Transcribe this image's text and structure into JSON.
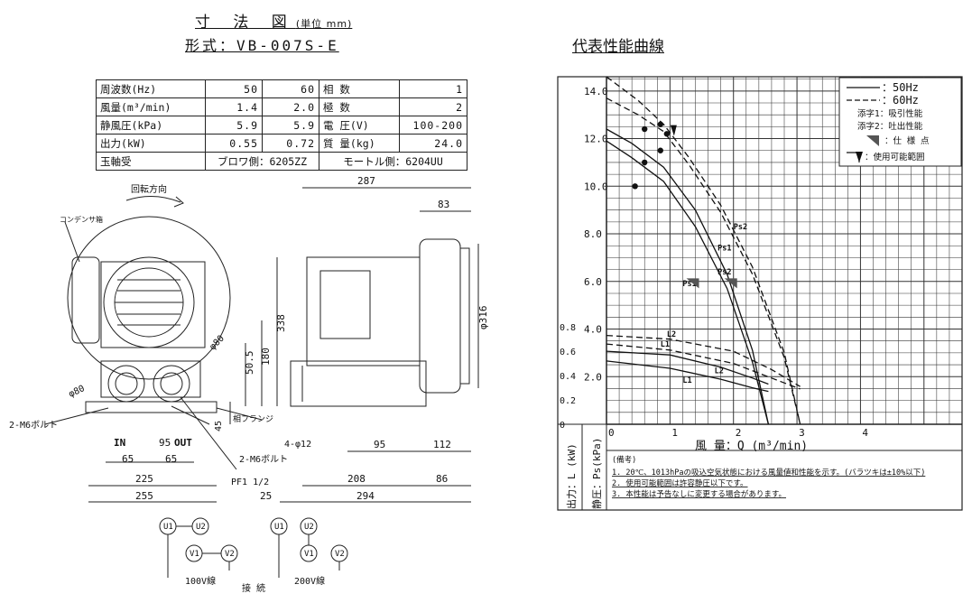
{
  "dimension": {
    "title": "寸 法 図",
    "unit": "(単位 mm)",
    "model": "形式：VB-007S-E"
  },
  "spec_table": {
    "rows": [
      {
        "label": "周波数(Hz)",
        "v50": "50",
        "v60": "60",
        "label2": "相 数",
        "val2": "1"
      },
      {
        "label": "風量(m³/min)",
        "v50": "1.4",
        "v60": "2.0",
        "label2": "極 数",
        "val2": "2"
      },
      {
        "label": "静風圧(kPa)",
        "v50": "5.9",
        "v60": "5.9",
        "label2": "電 圧(V)",
        "val2": "100-200"
      },
      {
        "label": "出力(kW)",
        "v50": "0.55",
        "v60": "0.72",
        "label2": "質 量(kg)",
        "val2": "24.0"
      }
    ],
    "bearing_label": "玉軸受",
    "bearing_blower": "ブロワ側：6205ZZ",
    "bearing_motor": "モートル側：6204UU"
  },
  "drawing": {
    "rotation": "回転方向",
    "condenser": "コンデンサ箱",
    "bolt_left": "2-M6ボルト",
    "bolt_right": "2-M6ボルト",
    "in": "IN",
    "out": "OUT",
    "flange": "相フランジ",
    "pf": "PF1 1/2",
    "hole": "4-φ12",
    "phi80a": "φ80",
    "phi80b": "φ80",
    "phi316": "φ316",
    "dims": {
      "d287": "287",
      "d83": "83",
      "d338": "338",
      "d180": "180",
      "d505": "50.5",
      "d45": "45",
      "d95a": "95",
      "d65a": "65",
      "d65b": "65",
      "d225": "225",
      "d255": "255",
      "d95b": "95",
      "d112": "112",
      "d208": "208",
      "d86": "86",
      "d25": "25",
      "d294": "294"
    },
    "wiring": {
      "u1": "U1",
      "u2": "U2",
      "v1": "V1",
      "v2": "V2",
      "v100": "100V線",
      "v200": "200V線",
      "connect": "接 続"
    }
  },
  "performance": {
    "title": "代表性能曲線",
    "legend": {
      "l50": "：50Hz",
      "l60": "：60Hz",
      "suffix1": "添字1：吸引性能",
      "suffix2": "添字2：吐出性能",
      "spec_point": "：仕 様 点",
      "range": "：使用可能範囲"
    },
    "xaxis_label": "風 量：Q (m³/min)",
    "ylabel_ps": "静圧：Ps(kPa)",
    "ylabel_l": "出力：L (kW)",
    "notes_title": "(備考)",
    "notes": [
      "1. 20℃、1013hPaの吸込空気状態における風量値和性能を示す。(バラツキは±10%以下)",
      "2. 使用可能範囲は許容静圧以下です。",
      "3. 本性能は予告なしに変更する場合があります。"
    ],
    "curve_labels": {
      "ps2": "Ps2",
      "ps1a": "Ps1",
      "ps2b": "Ps2",
      "ps1b": "Ps1",
      "l2a": "L2",
      "l1a": "L1",
      "l2b": "L2",
      "l1b": "L1"
    }
  },
  "chart_data": {
    "type": "line",
    "title": "代表性能曲線",
    "xlabel": "風 量：Q (m³/min)",
    "ylabel": "静圧：Ps(kPa) / 出力：L (kW)",
    "xlim": [
      0,
      5.6
    ],
    "ylim_ps": [
      0,
      14.6
    ],
    "ylim_l": [
      0,
      0.8
    ],
    "x_ticks": [
      "0",
      "1",
      "2",
      "3",
      "4"
    ],
    "ps_ticks": [
      "2.0",
      "4.0",
      "6.0",
      "8.0",
      "10.0",
      "12.0",
      "14.0"
    ],
    "l_ticks": [
      "0",
      "0.2",
      "0.4",
      "0.6",
      "0.8"
    ],
    "grid": true,
    "legend_position": "top-right",
    "series": [
      {
        "name": "Ps2",
        "line": "dashed",
        "x": [
          0,
          0.5,
          0.9,
          1.3,
          1.8,
          2.3,
          2.8,
          3.05
        ],
        "y": [
          14.6,
          13.6,
          12.6,
          11.2,
          9.2,
          6.6,
          3.0,
          0
        ]
      },
      {
        "name": "Ps1",
        "line": "dashed",
        "x": [
          0,
          0.5,
          0.9,
          1.3,
          1.8,
          2.3,
          2.8,
          3.05
        ],
        "y": [
          13.7,
          13.0,
          12.3,
          10.9,
          8.9,
          6.3,
          2.8,
          0
        ]
      },
      {
        "name": "Ps2",
        "line": "solid",
        "x": [
          0,
          0.4,
          0.9,
          1.4,
          1.9,
          2.3,
          2.55
        ],
        "y": [
          12.4,
          11.8,
          10.8,
          9.0,
          6.3,
          3.1,
          0
        ]
      },
      {
        "name": "Ps1",
        "line": "solid",
        "x": [
          0,
          0.4,
          0.9,
          1.4,
          1.9,
          2.3,
          2.55
        ],
        "y": [
          11.9,
          11.2,
          10.2,
          8.3,
          5.7,
          2.6,
          0
        ]
      },
      {
        "name": "L2",
        "line": "dashed",
        "x": [
          0,
          1,
          2,
          2.6,
          3.05
        ],
        "y": [
          0.73,
          0.7,
          0.6,
          0.45,
          0.31
        ]
      },
      {
        "name": "L1",
        "line": "dashed",
        "x": [
          0,
          1,
          2,
          2.6,
          3.05
        ],
        "y": [
          0.66,
          0.61,
          0.5,
          0.38,
          0.29
        ]
      },
      {
        "name": "L2",
        "line": "solid",
        "x": [
          0,
          1,
          1.8,
          2.3,
          2.55
        ],
        "y": [
          0.6,
          0.57,
          0.47,
          0.38,
          0.33
        ]
      },
      {
        "name": "L1",
        "line": "solid",
        "x": [
          0,
          1,
          1.8,
          2.3,
          2.55
        ],
        "y": [
          0.52,
          0.46,
          0.37,
          0.3,
          0.27
        ]
      }
    ]
  }
}
